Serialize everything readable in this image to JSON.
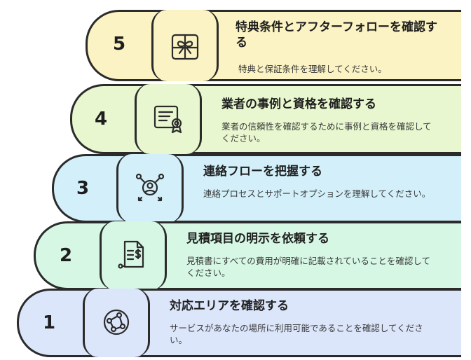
{
  "steps": [
    {
      "number": "1",
      "title": "対応エリアを確認する",
      "desc": "サービスがあなたの場所に利用可能であることを確認してください。",
      "color": "#dce6fb",
      "icon": "network-icon"
    },
    {
      "number": "2",
      "title": "見積項目の明示を依頼する",
      "desc": "見積書にすべての費用が明確に記載されていることを確認してください。",
      "color": "#d6f7e4",
      "icon": "invoice-icon"
    },
    {
      "number": "3",
      "title": "連絡フローを把握する",
      "desc": "連絡プロセスとサポートオプションを理解してください。",
      "color": "#d3f0fa",
      "icon": "contact-flow-icon"
    },
    {
      "number": "4",
      "title": "業者の事例と資格を確認する",
      "desc": "業者の信頼性を確認するために事例と資格を確認してください。",
      "color": "#e8f7cf",
      "icon": "certificate-icon"
    },
    {
      "number": "5",
      "title": "特典条件とアフターフォローを確認する",
      "desc": "特典と保証条件を理解してください。",
      "color": "#fbf3c3",
      "icon": "gift-icon"
    }
  ]
}
